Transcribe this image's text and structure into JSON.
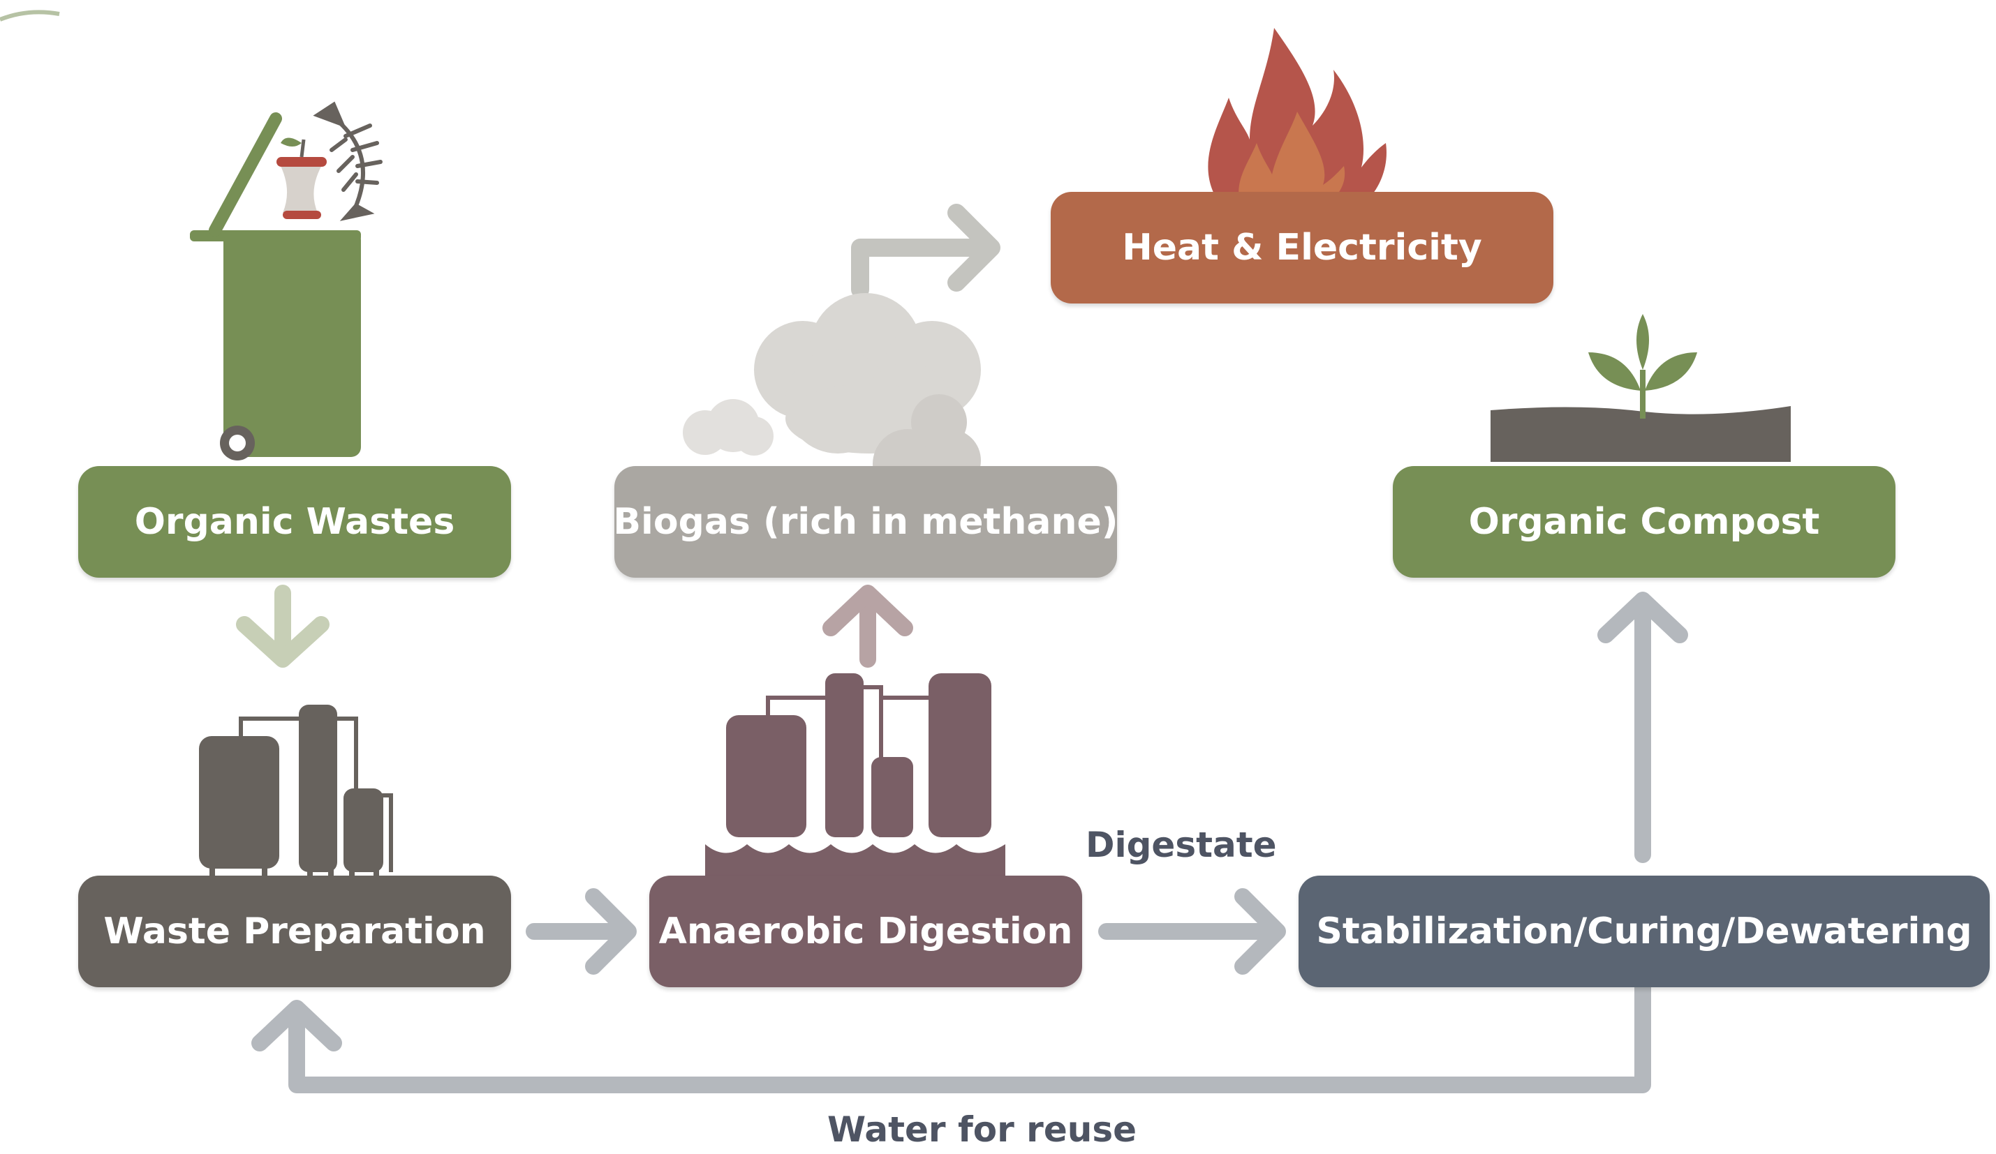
{
  "nodes": {
    "organic_wastes": "Organic Wastes",
    "waste_preparation": "Waste Preparation",
    "anaerobic_digestion": "Anaerobic Digestion",
    "biogas": "Biogas (rich in methane)",
    "heat_electricity": "Heat & Electricity",
    "stabilization": "Stabilization/Curing/Dewatering",
    "organic_compost": "Organic Compost"
  },
  "edge_labels": {
    "digestate": "Digestate",
    "water_for_reuse": "Water for reuse"
  },
  "colors": {
    "green": "#778f55",
    "dark_gray": "#67625d",
    "mauve": "#7a5f66",
    "light_gray": "#aaa7a2",
    "rust": "#b3694a",
    "slate": "#5b6573",
    "label_text": "#4e5463",
    "arrow_gray": "#b4b8bd",
    "arrow_green": "#c7cfb6",
    "arrow_mauve": "#b7a3a4"
  },
  "icons": [
    "green-bin-icon",
    "apple-core-icon",
    "fish-bone-icon",
    "preparation-tanks-icon",
    "digester-tanks-icon",
    "gas-cloud-icon",
    "flame-icon",
    "soil-sprout-icon"
  ]
}
